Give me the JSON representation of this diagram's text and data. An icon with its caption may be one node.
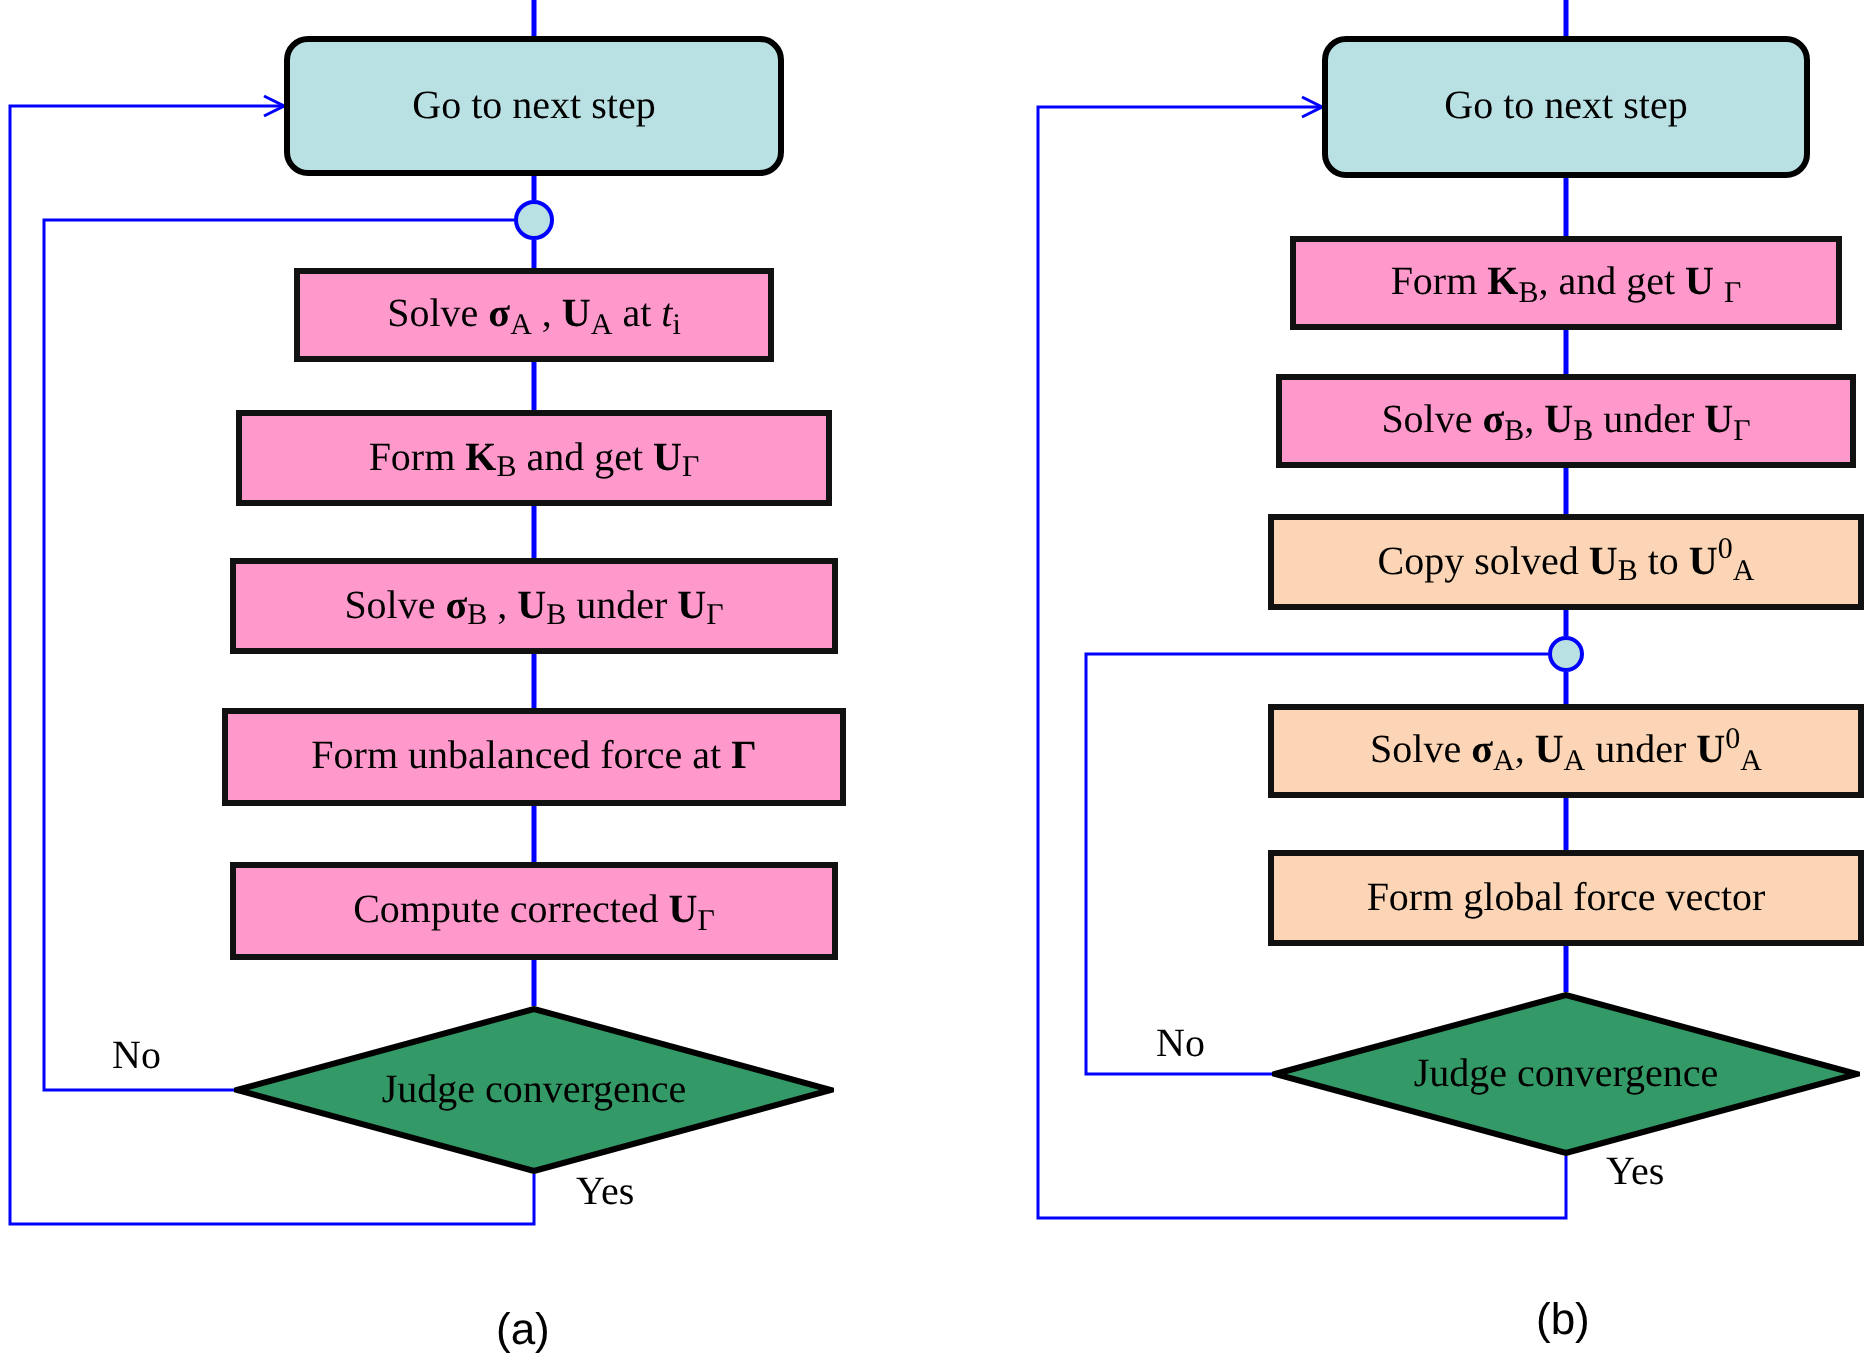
{
  "diagram": {
    "nodes": [
      {
        "text": [
          "Go to next step"
        ]
      },
      {
        "text": [],
        "shape": "circle"
      },
      {
        "text": [
          "Solve **σ**$_{A}$ , **U**$_{A}$ at *t*$_{i}$"
        ]
      },
      {
        "text": [
          "Form  **K**$_{B}$ and get **U**$_{Γ}$"
        ]
      },
      {
        "text": [
          "Solve **σ**$_{B}$ , **U**$_{B}$ under **U**$_{Γ}$"
        ]
      },
      {
        "text": [
          "Form unbalanced force at **Γ**"
        ]
      },
      {
        "text": [
          "Compute corrected **U**$_{Γ}$"
        ]
      },
      {
        "text": [
          "Judge convergence"
        ]
      },
      {
        "text": [
          "Go to next step"
        ]
      },
      {
        "text": [
          "Form **K**$_{B}$, and get **U** $_{Γ}$"
        ]
      },
      {
        "text": [
          "Solve **σ**$_{B}$, **U**$_{B}$ under **U**$_{Γ}$"
        ]
      },
      {
        "text": [
          "Copy solved **U**$_{B}$ to **U**$^{0}$$_{A}$"
        ]
      },
      {
        "text": [],
        "shape": "circle"
      },
      {
        "text": [
          "Solve **σ**$_{A}$, **U**$_{A}$ under **U**$^{0}$$_{A}$"
        ]
      },
      {
        "text": [
          "Form global force vector"
        ]
      },
      {
        "text": [
          "Judge convergence"
        ]
      }
    ],
    "edges": [
      {
        "from": null,
        "to": 0,
        "arrow": "none"
      },
      {
        "from": 0,
        "to": 1,
        "arrow": "none"
      },
      {
        "from": 1,
        "to": 2,
        "arrow": "none"
      },
      {
        "from": 2,
        "to": 3,
        "arrow": "none"
      },
      {
        "from": 3,
        "to": 4,
        "arrow": "none"
      },
      {
        "from": 4,
        "to": 5,
        "arrow": "none"
      },
      {
        "from": 5,
        "to": 6,
        "arrow": "none"
      },
      {
        "from": 6,
        "to": 7,
        "arrow": "none"
      },
      {
        "from": 7,
        "to": 1,
        "arrow": "none",
        "label": "No"
      },
      {
        "from": 7,
        "to": 0,
        "arrow": "to",
        "label": "Yes"
      },
      {
        "from": null,
        "to": 8,
        "arrow": "none"
      },
      {
        "from": 8,
        "to": 9,
        "arrow": "none"
      },
      {
        "from": 9,
        "to": 10,
        "arrow": "none"
      },
      {
        "from": 10,
        "to": 11,
        "arrow": "none"
      },
      {
        "from": 11,
        "to": 12,
        "arrow": "none"
      },
      {
        "from": 12,
        "to": 13,
        "arrow": "none"
      },
      {
        "from": 13,
        "to": 14,
        "arrow": "none"
      },
      {
        "from": 14,
        "to": 15,
        "arrow": "none"
      },
      {
        "from": 15,
        "to": 12,
        "arrow": "none",
        "label": "No"
      },
      {
        "from": 15,
        "to": 8,
        "arrow": "to",
        "label": "Yes"
      }
    ],
    "labels": [
      "(a)",
      "(b)"
    ]
  }
}
